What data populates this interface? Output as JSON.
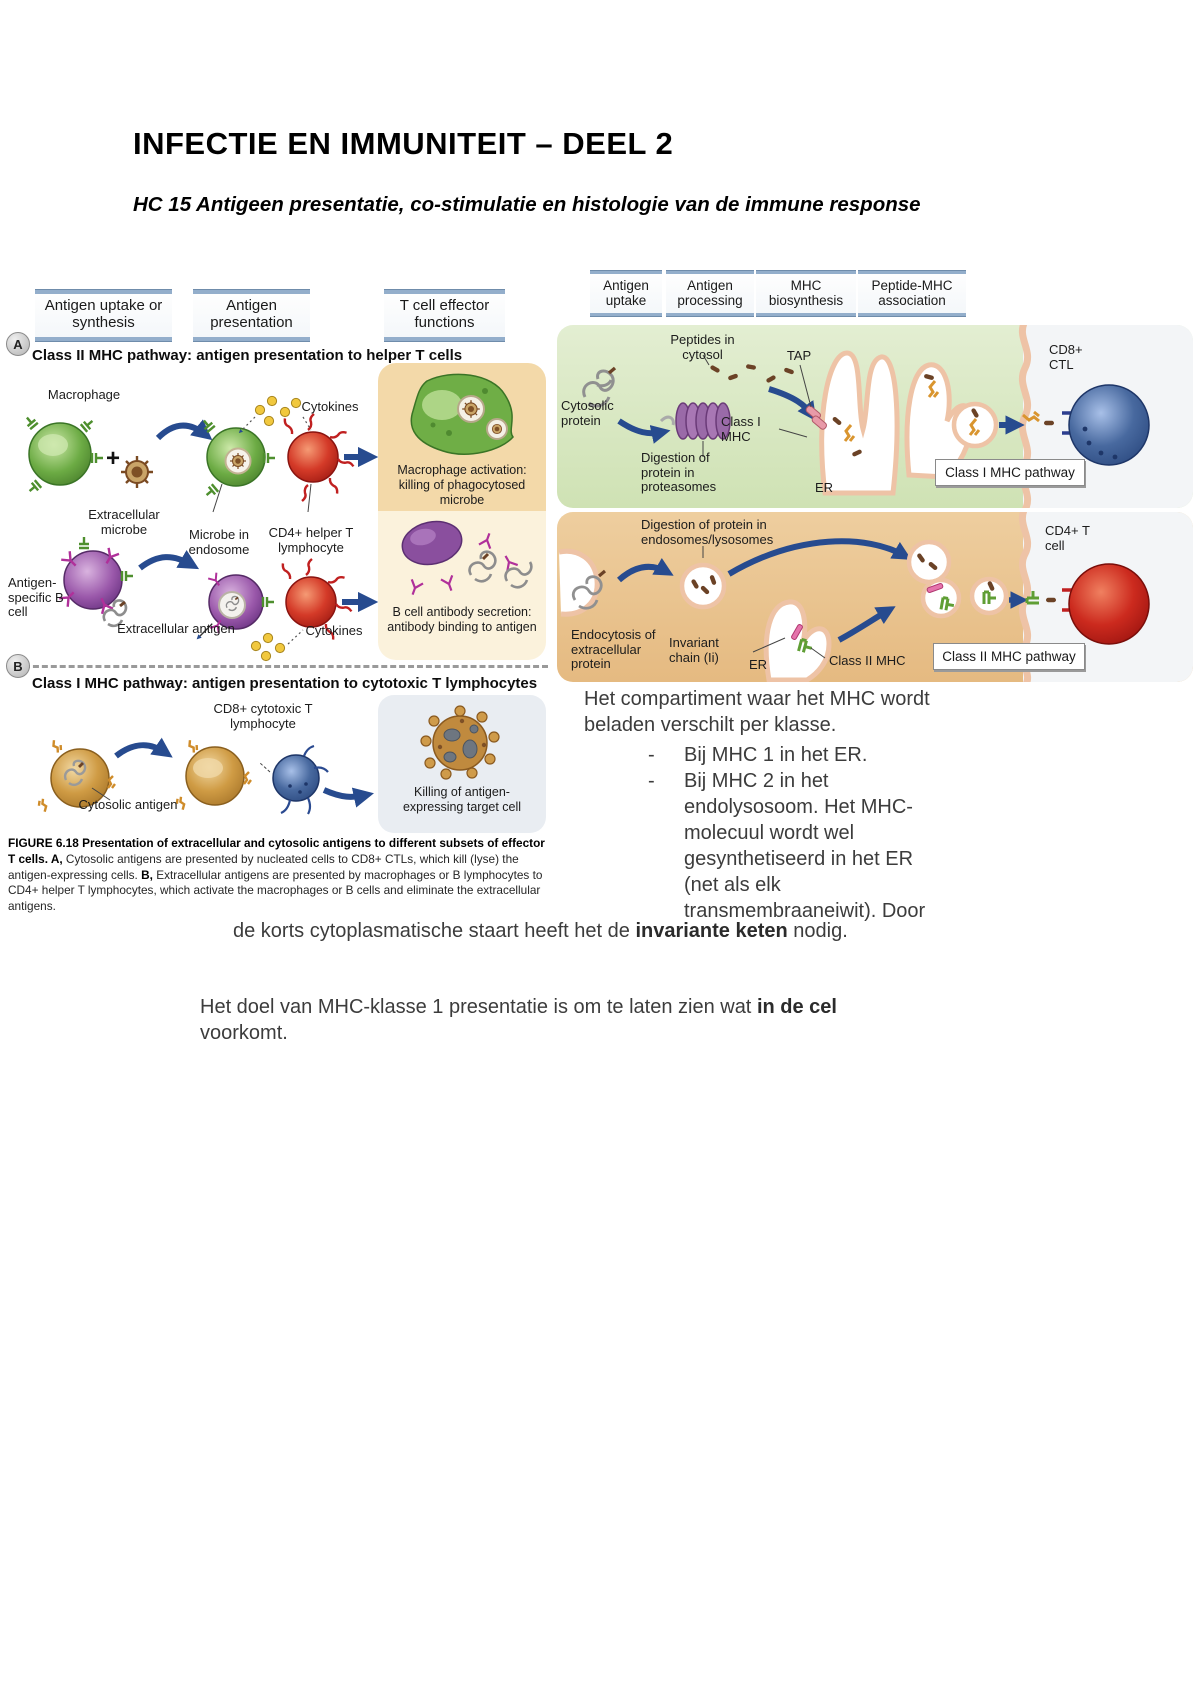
{
  "page": {
    "title": "INFECTIE EN IMMUNITEIT – DEEL 2",
    "subtitle": "HC 15 Antigeen presentatie, co-stimulatie en histologie van de immune response"
  },
  "figA": {
    "col1": "Antigen uptake or synthesis",
    "col2": "Antigen presentation",
    "col3": "T cell effector functions",
    "badgeA": "A",
    "titleA": "Class II MHC pathway: antigen presentation to helper T cells",
    "badgeB": "B",
    "titleB": "Class I MHC pathway: antigen presentation to cytotoxic T lymphocytes",
    "macrophage": "Macrophage",
    "plus": "+",
    "extracellularMicrobe": "Extracellular microbe",
    "microbeInEndosome": "Microbe in endosome",
    "cd4Helper": "CD4+ helper T lymphocyte",
    "cytokinesTop": "Cytokines",
    "cytokinesBottom": "Cytokines",
    "macActivation": "Macrophage activation: killing of phagocytosed microbe",
    "antigenSpecificBcell": "Antigen-specific B cell",
    "extracellularAntigen": "Extracellular antigen",
    "bCellSecretion": "B cell antibody secretion: antibody binding to antigen",
    "cd8Cytotoxic": "CD8+ cytotoxic T lymphocyte",
    "cytosolicAntigen": "Cytosolic antigen",
    "killingTarget": "Killing of antigen-expressing target cell",
    "captionLead": "FIGURE 6.18  Presentation of extracellular and cytosolic antigens to different subsets of effector T cells. ",
    "captionAMark": "A,",
    "captionAText": " Cytosolic antigens are presented by nucleated cells to CD8+ CTLs, which kill (lyse) the antigen-expressing cells. ",
    "captionBMark": "B,",
    "captionBText": " Extracellular antigens are presented by macrophages or B lymphocytes to CD4+ helper T lymphocytes, which activate the macrophages or B cells and eliminate the extracellular antigens."
  },
  "figB": {
    "col1": "Antigen uptake",
    "col2": "Antigen processing",
    "col3": "MHC biosynthesis",
    "col4": "Peptide-MHC association",
    "peptidesInCytosol": "Peptides in cytosol",
    "tap": "TAP",
    "cytosolicProtein": "Cytosolic protein",
    "class1Mhc": "Class I MHC",
    "digestionProteasomes": "Digestion of protein in proteasomes",
    "erTop": "ER",
    "cd8Ctl": "CD8+ CTL",
    "pathway1": "Class I MHC pathway",
    "digestionEndosomes": "Digestion of protein in endosomes/lysosomes",
    "endocytosis": "Endocytosis of extracellular protein",
    "invariantChain": "Invariant chain (Ii)",
    "erBottom": "ER",
    "class2Mhc": "Class II MHC",
    "cd4Tcell": "CD4+ T cell",
    "pathway2": "Class II MHC pathway"
  },
  "notes": {
    "para1": "Het compartiment waar het MHC wordt beladen verschilt per klasse.",
    "bulletMarker": "-",
    "bullet1": "Bij MHC 1 in het ER.",
    "bullet2": "Bij MHC 2 in het endolysosoom. Het MHC-molecuul wordt wel gesynthetiseerd in het ER (net als elk transmembraaneiwit). Door",
    "contPre": "de korts cytoplasmatische staart heeft het de ",
    "contBold": "invariante keten",
    "contPost": " nodig.",
    "goalPre": "Het doel van MHC-klasse 1 presentatie is om te laten zien wat ",
    "goalBold": "in de cel",
    "goalPost": " voorkomt."
  }
}
